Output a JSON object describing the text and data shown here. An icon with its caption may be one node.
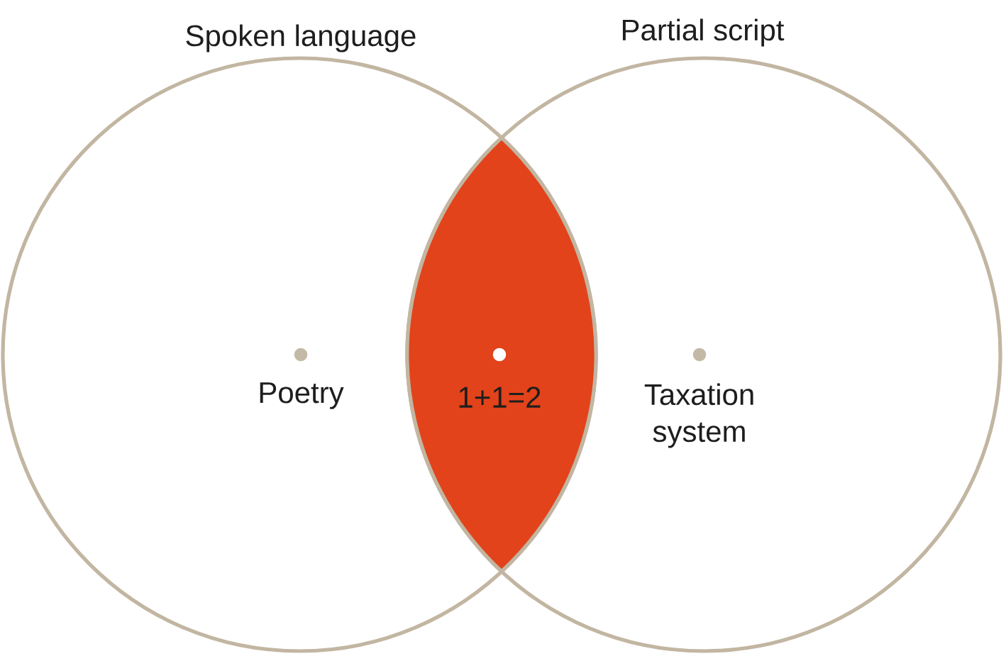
{
  "diagram": {
    "nodes": [
      {
        "text": [
          "Spoken language",
          "Poetry"
        ]
      },
      {
        "text": [
          "Partial script",
          "Taxation system"
        ]
      },
      {
        "text": [
          "1+1=2"
        ]
      }
    ]
  }
}
